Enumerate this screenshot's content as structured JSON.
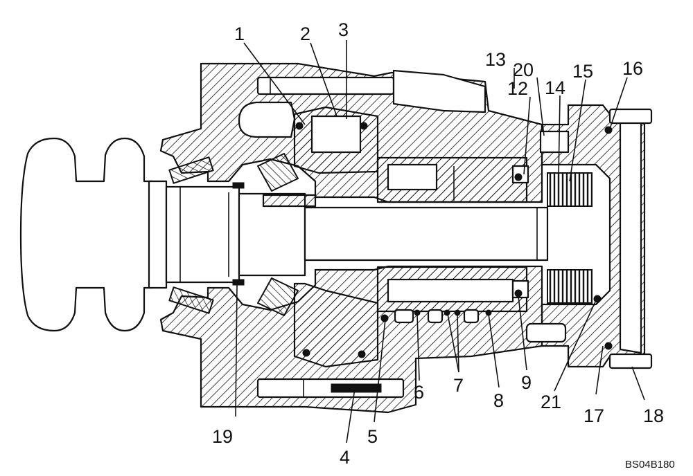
{
  "callouts": [
    {
      "n": "1"
    },
    {
      "n": "2"
    },
    {
      "n": "3"
    },
    {
      "n": "4"
    },
    {
      "n": "5"
    },
    {
      "n": "6"
    },
    {
      "n": "7"
    },
    {
      "n": "8"
    },
    {
      "n": "9"
    },
    {
      "n": "12"
    },
    {
      "n": "13"
    },
    {
      "n": "14"
    },
    {
      "n": "15"
    },
    {
      "n": "16"
    },
    {
      "n": "17"
    },
    {
      "n": "18"
    },
    {
      "n": "19"
    },
    {
      "n": "20"
    },
    {
      "n": "21"
    }
  ],
  "drawing_code": "BS04B180"
}
